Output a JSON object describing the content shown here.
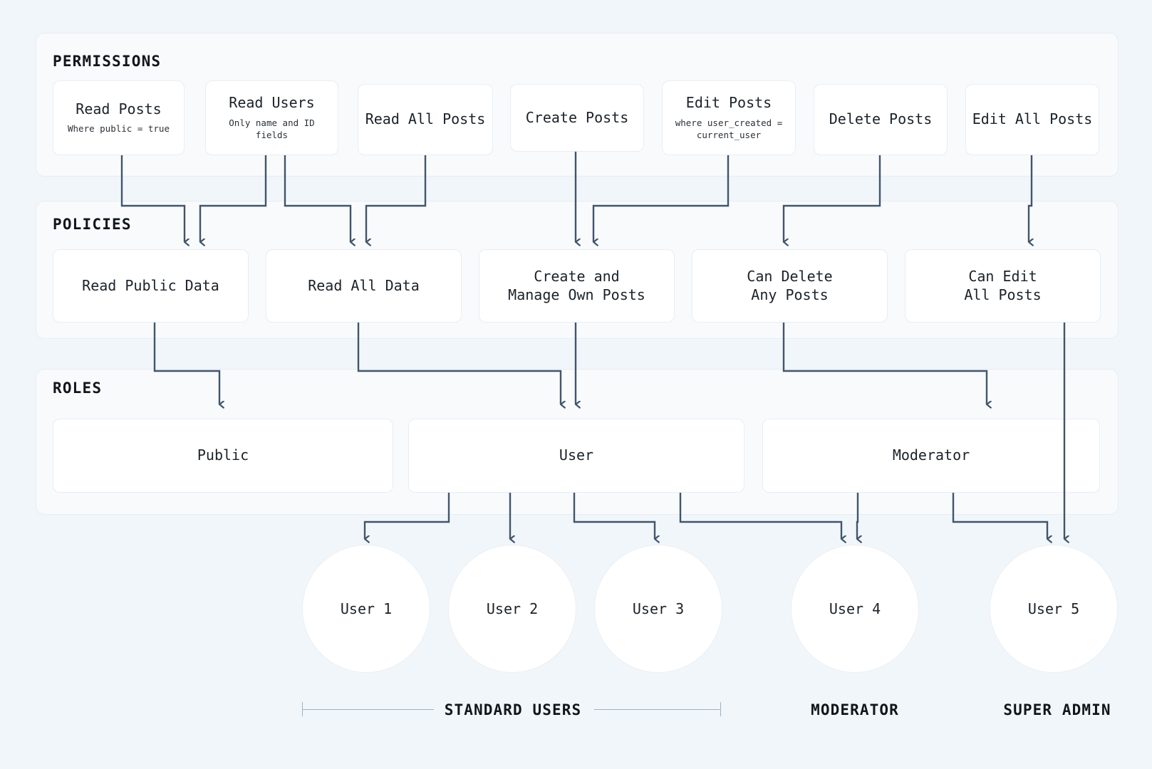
{
  "page": {
    "background": "#f1f6fa",
    "panel_bg": "#f8fafc",
    "card_bg": "#ffffff",
    "line_color": "#41556b",
    "text_color": "#1b2229"
  },
  "sections": {
    "permissions": {
      "title": "PERMISSIONS"
    },
    "policies": {
      "title": "POLICIES"
    },
    "roles": {
      "title": "ROLES"
    }
  },
  "permissions": [
    {
      "label": "Read Posts",
      "sub": "Where public = true"
    },
    {
      "label": "Read Users",
      "sub": "Only name and ID fields"
    },
    {
      "label": "Read All Posts",
      "sub": ""
    },
    {
      "label": "Create Posts",
      "sub": ""
    },
    {
      "label": "Edit Posts",
      "sub": "where user_created =\ncurrent_user"
    },
    {
      "label": "Delete Posts",
      "sub": ""
    },
    {
      "label": "Edit All Posts",
      "sub": ""
    }
  ],
  "policies": [
    {
      "label": "Read Public Data"
    },
    {
      "label": "Read All Data"
    },
    {
      "label": "Create and\nManage Own Posts"
    },
    {
      "label": "Can Delete\nAny Posts"
    },
    {
      "label": "Can Edit\nAll Posts"
    }
  ],
  "roles": [
    {
      "label": "Public"
    },
    {
      "label": "User"
    },
    {
      "label": "Moderator"
    }
  ],
  "users": [
    {
      "label": "User 1"
    },
    {
      "label": "User 2"
    },
    {
      "label": "User 3"
    },
    {
      "label": "User 4"
    },
    {
      "label": "User 5"
    }
  ],
  "legend": [
    {
      "label": "STANDARD USERS"
    },
    {
      "label": "MODERATOR"
    },
    {
      "label": "SUPER ADMIN"
    }
  ]
}
